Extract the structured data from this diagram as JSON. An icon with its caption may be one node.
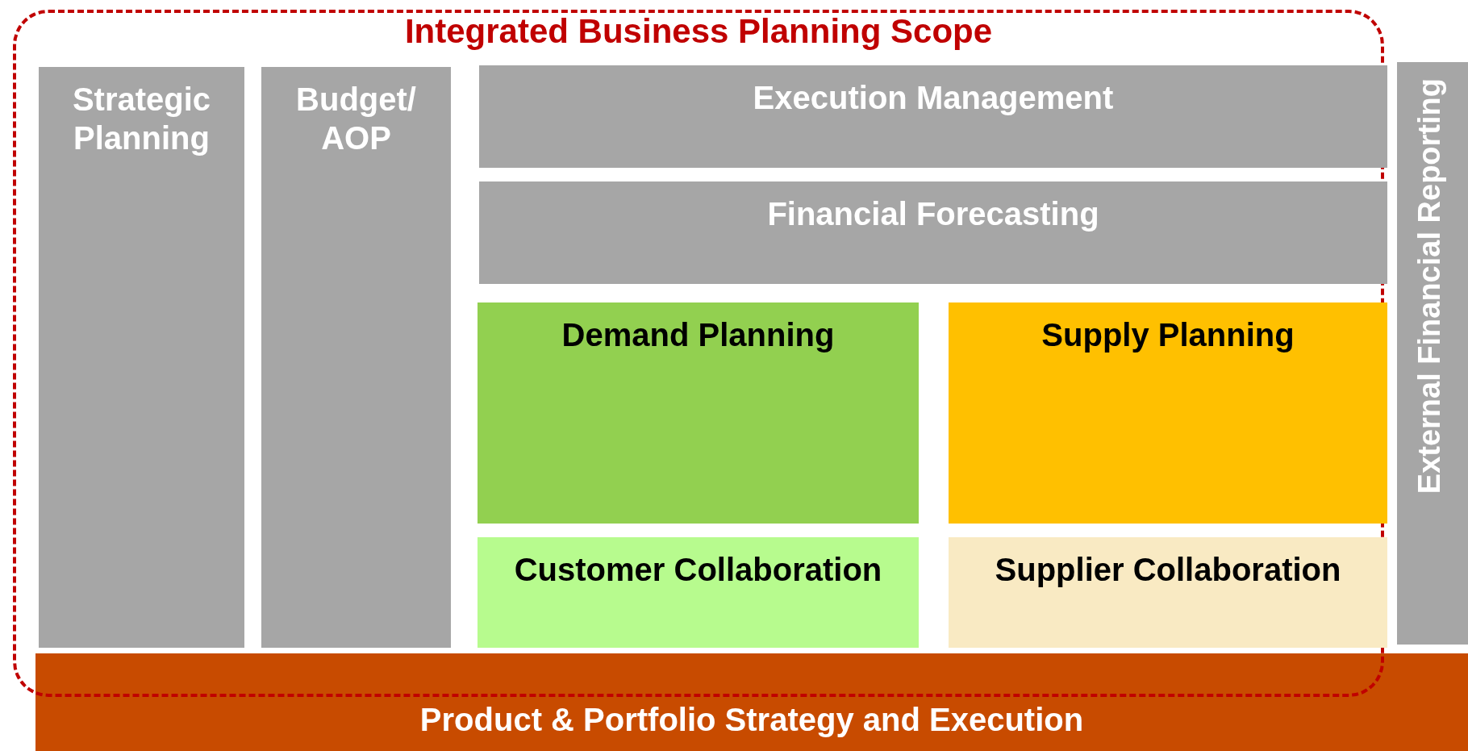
{
  "diagram": {
    "nodes": [
      {
        "text": [
          "Integrated Business Planning Scope"
        ]
      },
      {
        "text": [
          "Strategic Planning"
        ],
        "in": 0
      },
      {
        "text": [
          "Budget/ AOP"
        ],
        "in": 0
      },
      {
        "text": [
          "Execution Management"
        ],
        "in": 0
      },
      {
        "text": [
          "Financial Forecasting"
        ],
        "in": 0
      },
      {
        "text": [
          "Demand Planning"
        ],
        "in": 0
      },
      {
        "text": [
          "Supply Planning"
        ],
        "in": 0
      },
      {
        "text": [
          "Customer Collaboration"
        ],
        "in": 0
      },
      {
        "text": [
          "Supplier Collaboration"
        ],
        "in": 0
      },
      {
        "text": [
          "External Financial Reporting"
        ]
      },
      {
        "text": [
          "Product & Portfolio Strategy and Execution"
        ]
      }
    ],
    "edges": []
  }
}
